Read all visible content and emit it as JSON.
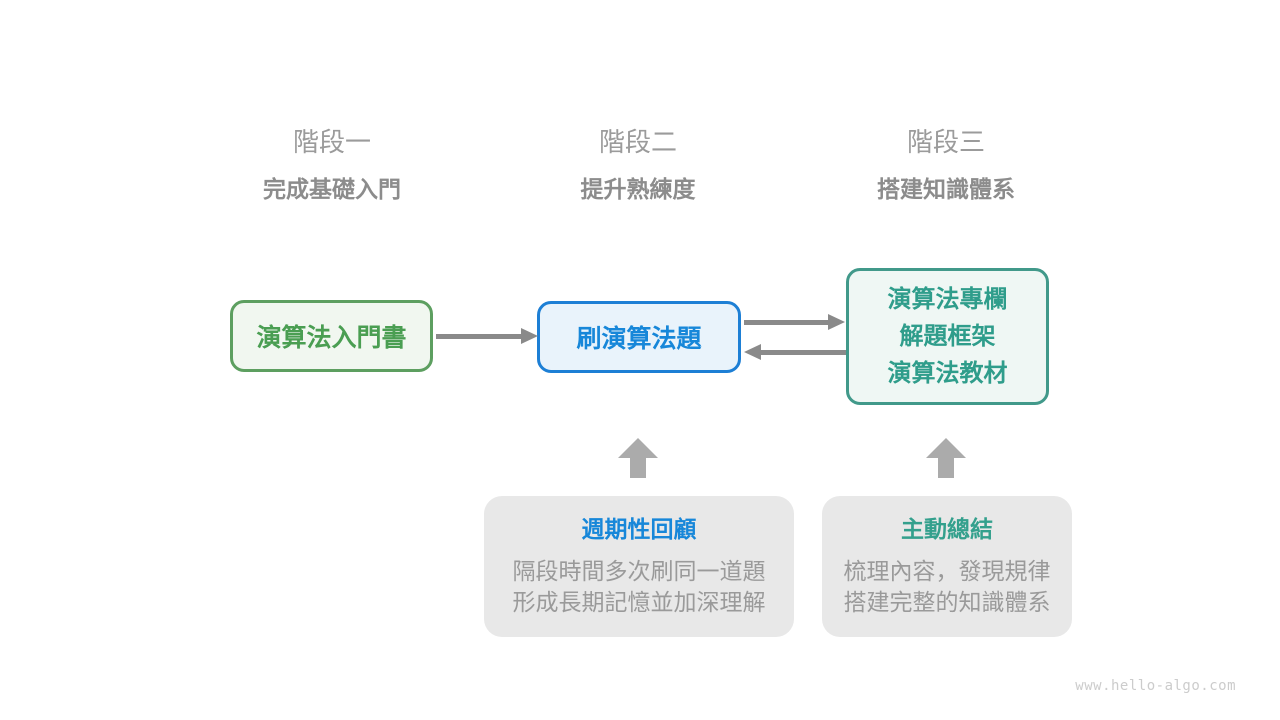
{
  "stages": [
    {
      "label": "階段一",
      "subtitle": "完成基礎入門"
    },
    {
      "label": "階段二",
      "subtitle": "提升熟練度"
    },
    {
      "label": "階段三",
      "subtitle": "搭建知識體系"
    }
  ],
  "flow": {
    "box1": {
      "label": "演算法入門書"
    },
    "box2": {
      "label": "刷演算法題"
    },
    "box3": {
      "lines": [
        "演算法專欄",
        "解題框架",
        "演算法教材"
      ]
    }
  },
  "notes": [
    {
      "title": "週期性回顧",
      "lines": [
        "隔段時間多次刷同一道題",
        "形成長期記憶並加深理解"
      ]
    },
    {
      "title": "主動總結",
      "lines": [
        "梳理內容，發現規律",
        "搭建完整的知識體系"
      ]
    }
  ],
  "watermark": "www.hello-algo.com",
  "colors": {
    "stage_label": "#9b9b9b",
    "stage_subtitle": "#8c8c8c",
    "green_border": "#5d9f60",
    "green_fill": "#f1f7f0",
    "green_text": "#4a9e52",
    "blue_border": "#1d7fd5",
    "blue_fill": "#e9f3fb",
    "blue_text": "#1787d9",
    "teal_border": "#41998a",
    "teal_fill": "#eff7f4",
    "teal_text": "#2f9d8b",
    "note_fill": "#e8e8e8",
    "note_body_text": "#9a9a9a",
    "arrow": "#8a8a8a",
    "block_arrow": "#ababab",
    "watermark_text": "#cccccc"
  }
}
